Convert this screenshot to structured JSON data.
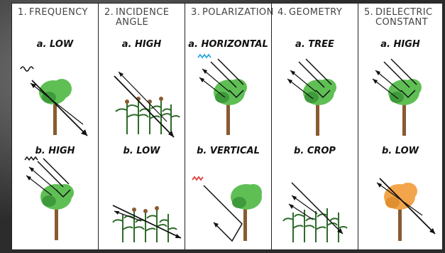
{
  "background_color": "#3a3a3a",
  "colors": {
    "tree_green": "#5fbf55",
    "tree_green_dark": "#3e9a3a",
    "trunk": "#8a5a30",
    "dry_tree": "#f2a54a",
    "wave_blue": "#2aa7e0",
    "wave_red": "#e03a3a",
    "line": "#111111"
  },
  "columns": [
    {
      "num": "1.",
      "title": "FREQUENCY",
      "a": "a. LOW",
      "b": "b. HIGH"
    },
    {
      "num": "2.",
      "title": "INCIDENCE\nANGLE",
      "a": "a. HIGH",
      "b": "b. LOW"
    },
    {
      "num": "3.",
      "title": "POLARIZATION",
      "a": "a. HORIZONTAL",
      "b": "b. VERTICAL"
    },
    {
      "num": "4.",
      "title": "GEOMETRY",
      "a": "a. TREE",
      "b": "b. CROP"
    },
    {
      "num": "5.",
      "title": "DIELECTRIC\nCONSTANT",
      "a": "a. HIGH",
      "b": "b. LOW"
    }
  ]
}
